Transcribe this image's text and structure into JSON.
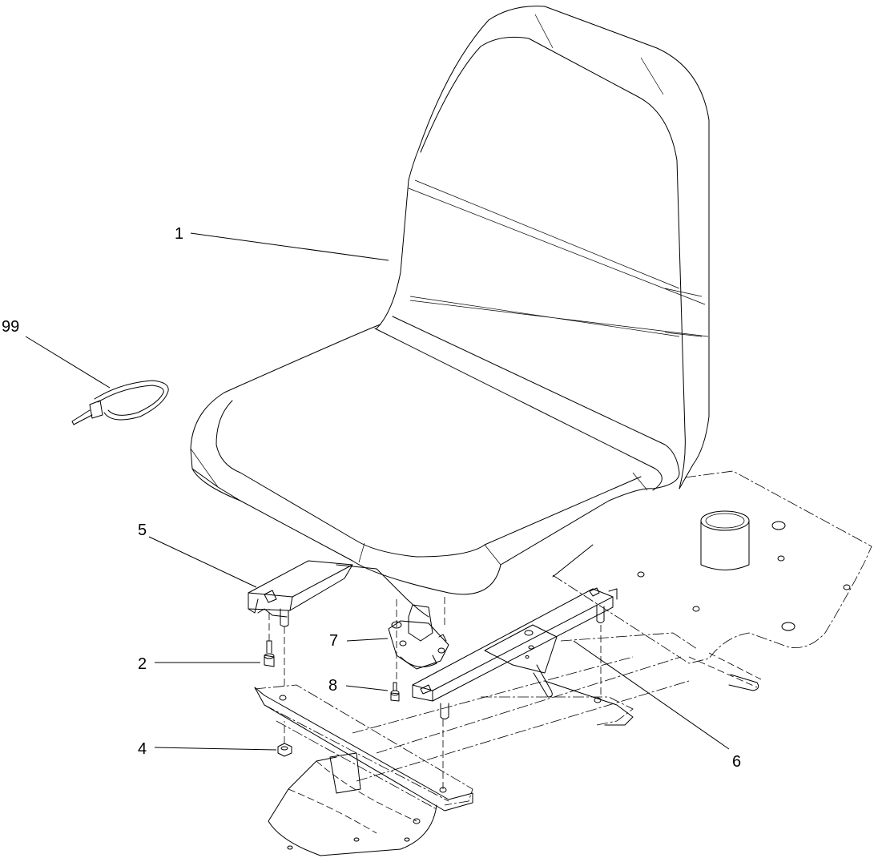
{
  "callouts": {
    "seat": "1",
    "bolt": "2",
    "nut": "4",
    "left_rail": "5",
    "right_rail": "6",
    "seat_switch": "7",
    "switch_screw": "8",
    "cable_tie": "99"
  }
}
